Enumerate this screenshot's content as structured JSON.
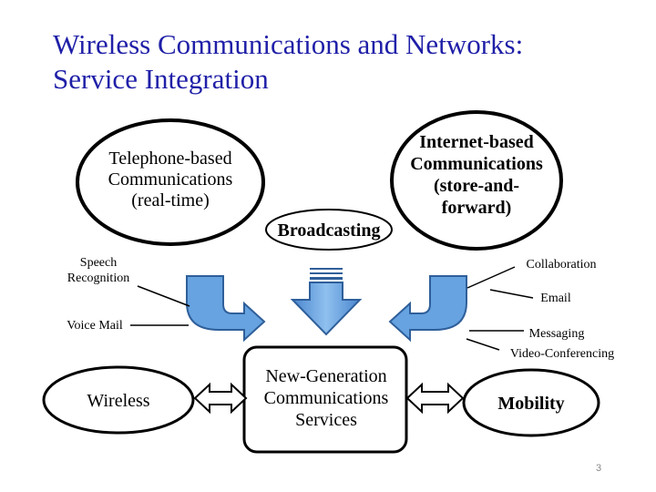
{
  "title": {
    "line1": "Wireless Communications and Networks:",
    "line2": "Service Integration"
  },
  "ovals": {
    "telephone": [
      "Telephone-based",
      "Communications",
      "(real-time)"
    ],
    "internet": [
      "Internet-based",
      "Communications",
      "(store-and-",
      "forward)"
    ],
    "broadcasting": "Broadcasting",
    "wireless": "Wireless",
    "mobility": "Mobility"
  },
  "left_labels": {
    "speech": [
      "Speech",
      "Recognition"
    ],
    "voice_mail": "Voice Mail"
  },
  "right_labels": {
    "collaboration": "Collaboration",
    "email": "Email",
    "messaging": "Messaging",
    "video": "Video-Conferencing"
  },
  "center_box": [
    "New-Generation",
    "Communications",
    "Services"
  ],
  "colors": {
    "title": "#1f1fa8",
    "arrow_fill": "#66a3e0",
    "arrow_stroke": "#2f5f9a",
    "outline": "#000000"
  },
  "page_number": "3"
}
